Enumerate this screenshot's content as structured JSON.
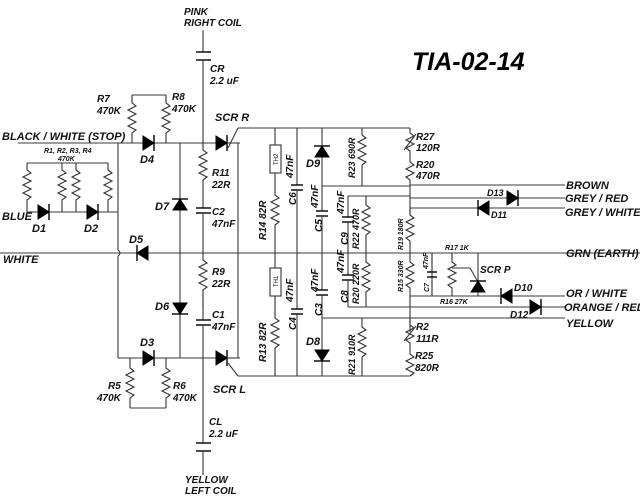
{
  "title": "TIA-02-14",
  "wires": {
    "pink": "PINK",
    "right_coil": "RIGHT COIL",
    "yellow_bottom": "YELLOW",
    "left_coil": "LEFT COIL",
    "black_white": "BLACK / WHITE  (STOP)",
    "blue": "BLUE",
    "white": "WHITE",
    "brown": "BROWN",
    "grey_red": "GREY / RED",
    "grey_white": "GREY / WHITE",
    "grn_earth": "GRN (EARTH)",
    "or_white": "OR / WHITE",
    "orange_red": "ORANGE / RED",
    "yellow_right": "YELLOW"
  },
  "components": {
    "CR": {
      "name": "CR",
      "value": "2.2 uF"
    },
    "CL": {
      "name": "CL",
      "value": "2.2 uF"
    },
    "R7": {
      "name": "R7",
      "value": "470K"
    },
    "R8": {
      "name": "R8",
      "value": "470K"
    },
    "R5": {
      "name": "R5",
      "value": "470K"
    },
    "R6": {
      "name": "R6",
      "value": "470K"
    },
    "R1_4": {
      "name": "R1, R2, R3, R4",
      "value": "470K"
    },
    "R11": {
      "name": "R11",
      "value": "22R"
    },
    "R9": {
      "name": "R9",
      "value": "22R"
    },
    "C2": {
      "name": "C2",
      "value": "47nF"
    },
    "C1": {
      "name": "C1",
      "value": "47nF"
    },
    "SCR_R": "SCR R",
    "SCR_L": "SCR L",
    "SCR_P": "SCR P",
    "TH2": "TH2",
    "TH1": "TH1",
    "R14": "R14 82R",
    "R13": "R13 82R",
    "C6": {
      "name": "C6",
      "value": "47nF"
    },
    "C4": {
      "name": "C4",
      "value": "47nF"
    },
    "C5": {
      "name": "C5",
      "value": "47nF"
    },
    "C3": {
      "name": "C3",
      "value": "47nF"
    },
    "C9": {
      "name": "C9",
      "value": "47nF"
    },
    "C8": {
      "name": "C8",
      "value": "47nF"
    },
    "C7": {
      "name": "C7",
      "value": "47nF"
    },
    "R23": "R23 690R",
    "R22": "R22 470R",
    "R20b": "R20 220R",
    "R21": "R21 910R",
    "R19": "R19 180R",
    "R15": "R15 330R",
    "R17": "R17 1K",
    "R16": "R16 27K",
    "R27": {
      "name": "R27",
      "value": "120R"
    },
    "R20": {
      "name": "R20",
      "value": "470R"
    },
    "R2": {
      "name": "R2",
      "value": "111R"
    },
    "R25": {
      "name": "R25",
      "value": "820R"
    },
    "diodes": [
      "D1",
      "D2",
      "D3",
      "D4",
      "D5",
      "D6",
      "D7",
      "D8",
      "D9",
      "D10",
      "D11",
      "D12",
      "D13"
    ]
  }
}
